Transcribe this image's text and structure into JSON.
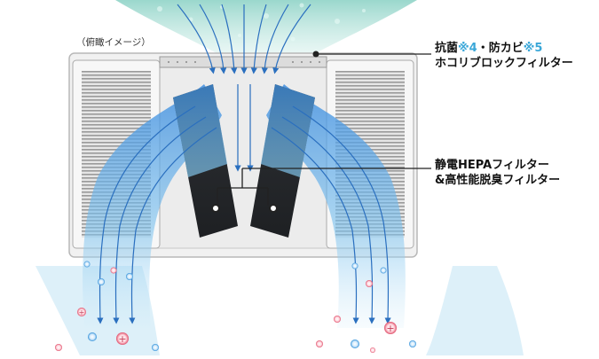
{
  "caption": "（俯瞰イメージ）",
  "labels": {
    "top_filter": {
      "prefix": "抗菌",
      "mark1": "※4",
      "middle": "・防カビ",
      "mark2": "※5",
      "line2": "ホコリブロックフィルター"
    },
    "inner_filter": {
      "line1": "静電HEPAフィルター",
      "line2": "&高性能脱臭フィルター"
    }
  },
  "colors": {
    "accent": "#3aa7d8",
    "airflow": "#5aa6e6",
    "airflow_light": "#bfe2f7",
    "mist_top": "#9fd8cf",
    "filter_dark": "#2b2d30",
    "housing": "#d9d9d9",
    "ion_plus": "#e0506a",
    "ion_minus": "#2f8fd8"
  },
  "icons": [
    "plus-ion-icon",
    "minus-ion-icon",
    "filter-marker-dot-icon"
  ]
}
